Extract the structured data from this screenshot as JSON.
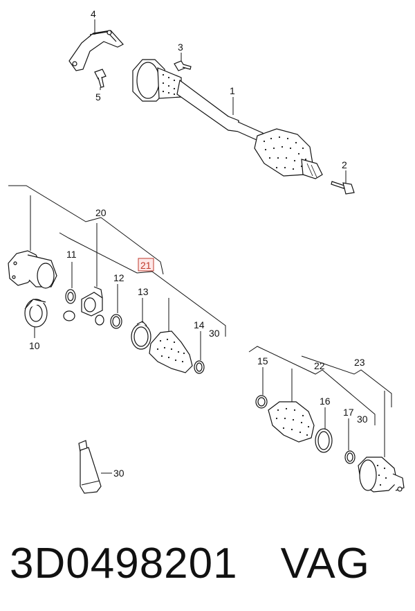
{
  "callouts": {
    "c1": "1",
    "c2": "2",
    "c3": "3",
    "c4": "4",
    "c5": "5",
    "c10": "10",
    "c11": "11",
    "c12": "12",
    "c13": "13",
    "c14": "14",
    "c15": "15",
    "c16": "16",
    "c17": "17",
    "c20": "20",
    "c21": "21",
    "c22": "22",
    "c23": "23",
    "c30a": "30",
    "c30b": "30",
    "c30c": "30"
  },
  "highlight_color": "#c0392b",
  "caption": {
    "part_number": "3D0498201",
    "brand": "VAG"
  }
}
